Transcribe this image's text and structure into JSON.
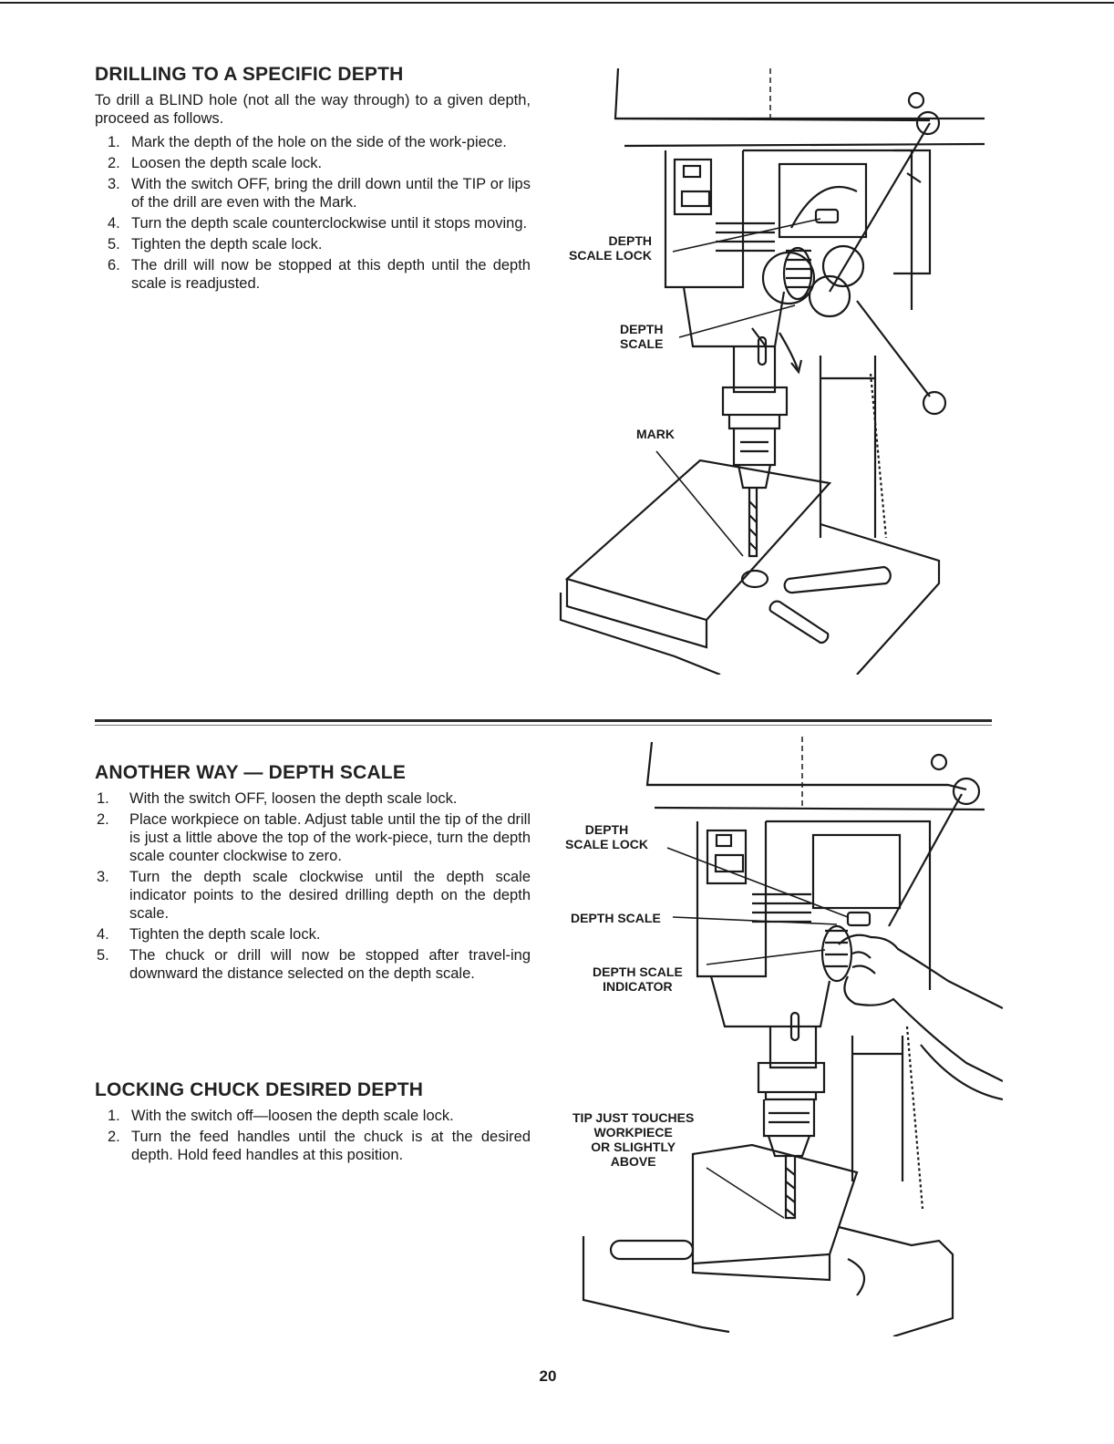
{
  "section1": {
    "heading": "DRILLING TO A SPECIFIC DEPTH",
    "intro": "To drill a BLIND hole (not all the way through) to a given depth, proceed as follows.",
    "steps": [
      {
        "num": "1.",
        "text": "Mark the depth of the hole on the side of the work-piece."
      },
      {
        "num": "2.",
        "text": "Loosen the depth scale lock."
      },
      {
        "num": "3.",
        "text": "With the switch OFF, bring the drill down until the TIP or lips of the drill are even with the Mark."
      },
      {
        "num": "4.",
        "text": "Turn the depth scale counterclockwise until it stops moving."
      },
      {
        "num": "5.",
        "text": "Tighten the depth scale lock."
      },
      {
        "num": "6.",
        "text": "The drill will now be stopped at this depth until the depth scale is readjusted."
      }
    ]
  },
  "figure1": {
    "callouts": {
      "depth_scale_lock": "DEPTH\nSCALE LOCK",
      "depth_scale": "DEPTH\nSCALE",
      "mark": "MARK"
    }
  },
  "section2": {
    "heading": "ANOTHER WAY — DEPTH SCALE",
    "steps": [
      {
        "num": "1.",
        "text": "With the switch OFF, loosen the depth scale lock."
      },
      {
        "num": "2.",
        "text": "Place workpiece on table. Adjust table until the tip of the drill is just a little above the top of the work-piece, turn the depth scale counter clockwise to zero."
      },
      {
        "num": "3.",
        "text": "Turn the depth scale clockwise until the depth scale indicator points to the desired drilling depth on the depth scale."
      },
      {
        "num": "4.",
        "text": "Tighten the depth scale lock."
      },
      {
        "num": "5.",
        "text": "The chuck or drill will now be stopped after travel-ing downward the distance selected on the depth scale."
      }
    ]
  },
  "section3": {
    "heading": "LOCKING CHUCK DESIRED DEPTH",
    "steps": [
      {
        "num": "1.",
        "text": "With the switch off—loosen the depth scale lock."
      },
      {
        "num": "2.",
        "text": "Turn the feed handles until the chuck is at the desired depth. Hold feed handles at this position."
      }
    ]
  },
  "figure2": {
    "callouts": {
      "depth_scale_lock": "DEPTH\nSCALE LOCK",
      "depth_scale": "DEPTH SCALE",
      "depth_scale_indicator": "DEPTH SCALE\nINDICATOR",
      "tip_touches": "TIP JUST TOUCHES\nWORKPIECE\nOR SLIGHTLY\nABOVE"
    }
  },
  "page_number": "20"
}
